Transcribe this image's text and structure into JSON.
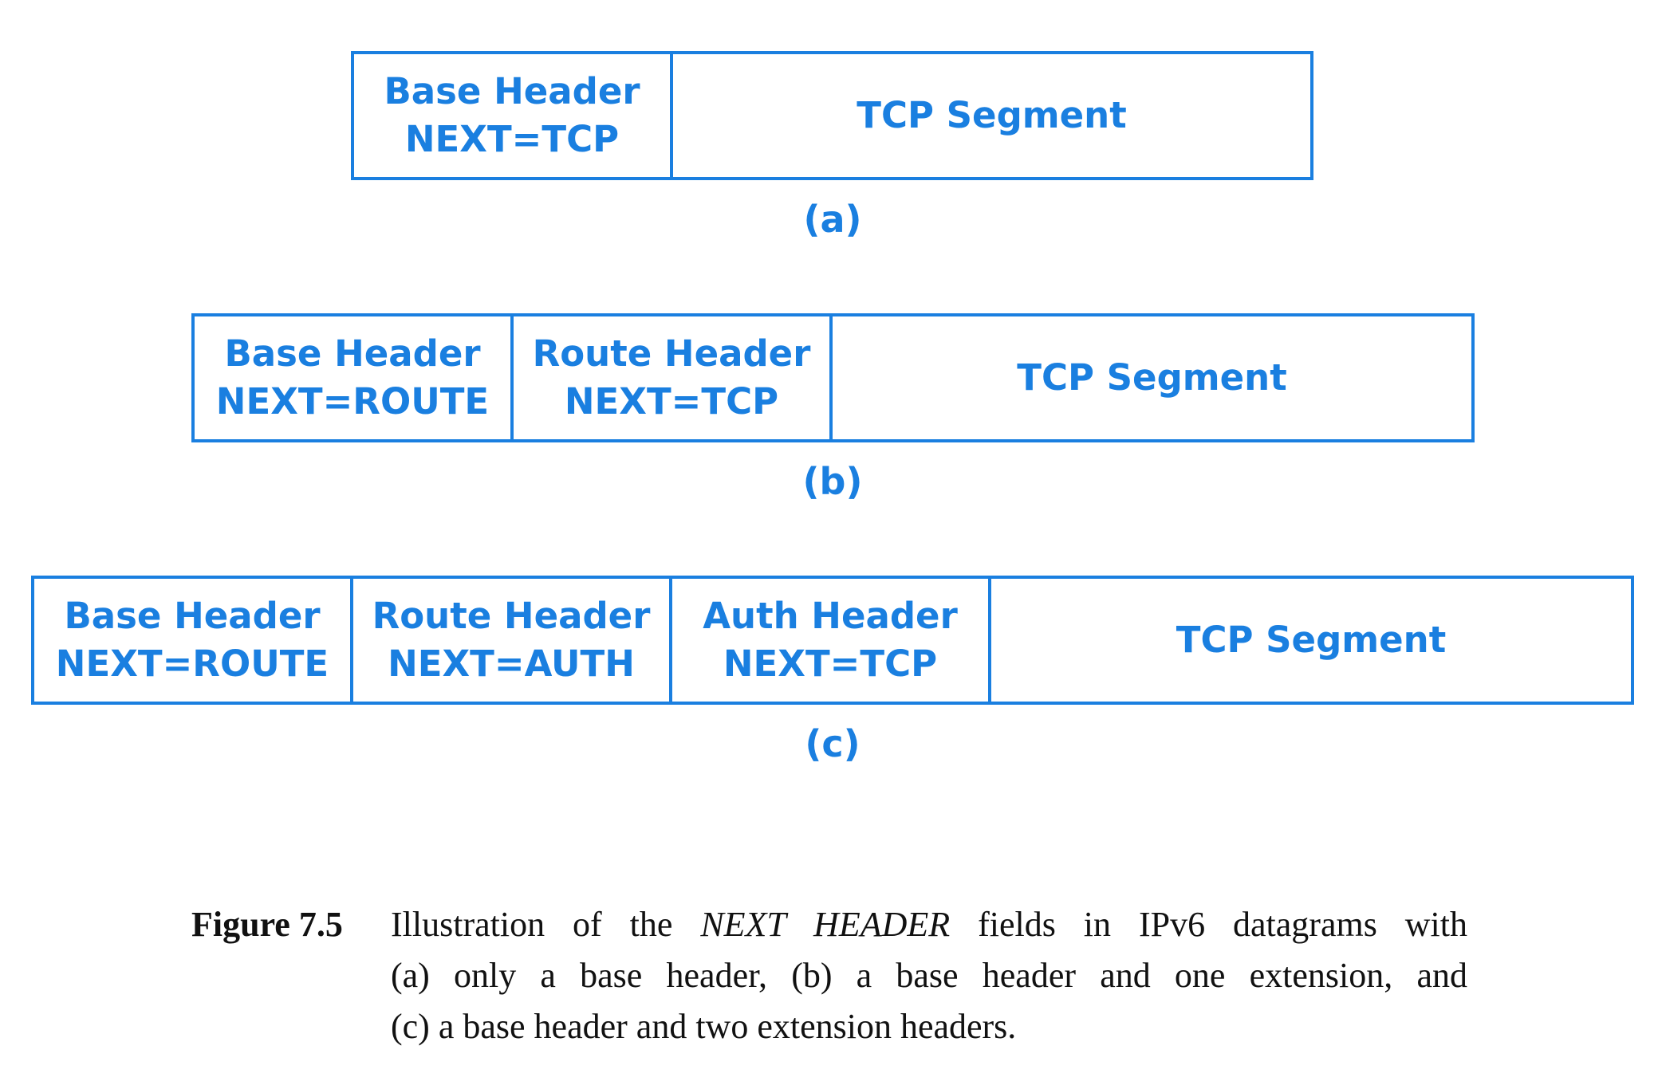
{
  "diagram_a": {
    "headers": [
      {
        "line1": "Base Header",
        "line2": "NEXT=TCP"
      }
    ],
    "segment": "TCP Segment",
    "label": "(a)"
  },
  "diagram_b": {
    "headers": [
      {
        "line1": "Base Header",
        "line2": "NEXT=ROUTE"
      },
      {
        "line1": "Route Header",
        "line2": "NEXT=TCP"
      }
    ],
    "segment": "TCP Segment",
    "label": "(b)"
  },
  "diagram_c": {
    "headers": [
      {
        "line1": "Base Header",
        "line2": "NEXT=ROUTE"
      },
      {
        "line1": "Route Header",
        "line2": "NEXT=AUTH"
      },
      {
        "line1": "Auth Header",
        "line2": "NEXT=TCP"
      }
    ],
    "segment": "TCP Segment",
    "label": "(c)"
  },
  "caption": {
    "figure_label": "Figure 7.5",
    "line1_pre": "Illustration of the ",
    "line1_em": "NEXT HEADER",
    "line1_post": " fields in IPv6 datagrams with",
    "line2": "(a) only a base header, (b) a base header and one extension, and",
    "line3": "(c) a base header and two extension headers."
  },
  "colors": {
    "diagram_blue": "#1a7fe0",
    "caption_text": "#111111"
  }
}
